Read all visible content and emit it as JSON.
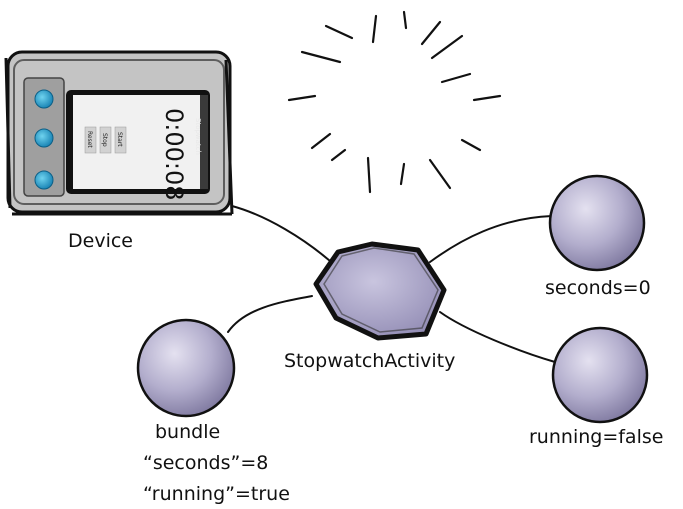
{
  "device": {
    "label": "Device",
    "screen_app_title": "Stopwatch",
    "time_display": "0:00:08",
    "buttons": [
      "Start",
      "Stop",
      "Reset"
    ]
  },
  "activity": {
    "label": "StopwatchActivity"
  },
  "objects": {
    "seconds": "seconds=0",
    "running": "running=false",
    "bundle": {
      "title": "bundle",
      "entries": [
        "“seconds”=8",
        "“running”=true"
      ]
    }
  },
  "colors": {
    "sphere_fill": "#a9a4c6",
    "sphere_highlight": "#e4e1f0",
    "hexagon_fill": "#aaa6c8",
    "line": "#111111",
    "device_body": "#bdbdbd"
  }
}
